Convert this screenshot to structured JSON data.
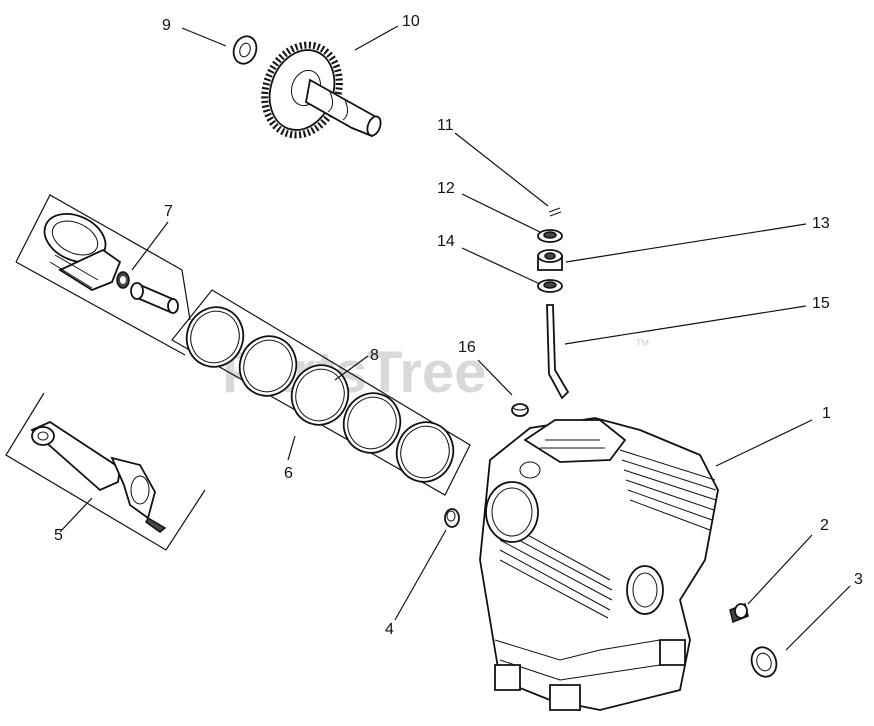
{
  "watermark": {
    "text": "PartsTree",
    "trademark": "TM"
  },
  "callouts": [
    {
      "id": "1",
      "text": "1"
    },
    {
      "id": "2",
      "text": "2"
    },
    {
      "id": "3",
      "text": "3"
    },
    {
      "id": "4",
      "text": "4"
    },
    {
      "id": "5",
      "text": "5"
    },
    {
      "id": "6",
      "text": "6"
    },
    {
      "id": "7",
      "text": "7"
    },
    {
      "id": "8",
      "text": "8"
    },
    {
      "id": "9",
      "text": "9"
    },
    {
      "id": "10",
      "text": "10"
    },
    {
      "id": "11",
      "text": "11"
    },
    {
      "id": "12",
      "text": "12"
    },
    {
      "id": "13",
      "text": "13"
    },
    {
      "id": "14",
      "text": "14"
    },
    {
      "id": "15",
      "text": "15"
    },
    {
      "id": "16",
      "text": "16"
    }
  ]
}
